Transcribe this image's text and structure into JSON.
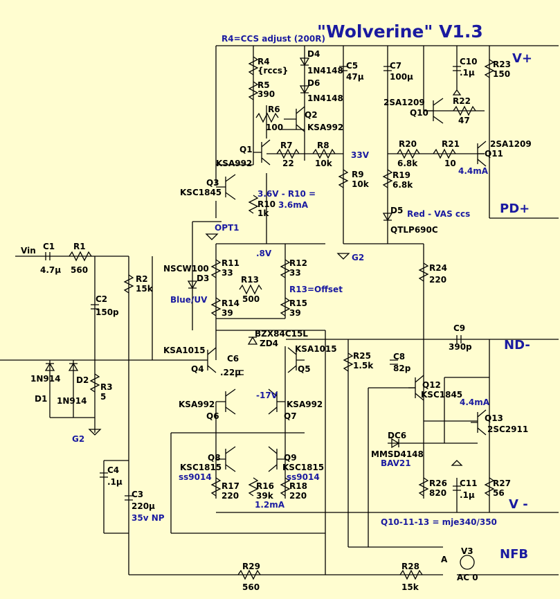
{
  "title": "\"Wolverine\" V1.3",
  "notes": {
    "ccs_adjust": "R4=CCS adjust (200R)",
    "r10_note": "3.6V - R10 =",
    "r10_current": "3.6mA",
    "v33": "33V",
    "v08": ".8V",
    "r13_offset": "R13=Offset",
    "vneg17": "-17V",
    "i_q11": "4.4mA",
    "i_q13": "4.4mA",
    "i_r16": "1.2mA",
    "vas_ccs": "Red -  VAS ccs",
    "q_note": "Q10-11-13 = mje340/350",
    "blue_uv": "Blue/UV",
    "c3_type": "35v NP",
    "q8_alt": "ss9014",
    "q9_alt": "ss9014",
    "dc6_alt": "BAV21"
  },
  "rails": {
    "vpos": "V+",
    "pdpos": "PD+",
    "ndneg": "ND-",
    "vneg": "V -",
    "nfb": "NFB"
  },
  "nets": {
    "vin": "Vin",
    "g2_left": "G2",
    "g2_mid": "G2",
    "opt1": "OPT1",
    "node_a": "A"
  },
  "parts": {
    "r1": [
      "R1",
      "560"
    ],
    "r2": [
      "R2",
      "15k"
    ],
    "r3": [
      "R3",
      "5"
    ],
    "r4": [
      "R4",
      "{rccs}"
    ],
    "r5": [
      "R5",
      "390"
    ],
    "r6": [
      "R6",
      "100"
    ],
    "r7": [
      "R7",
      "22"
    ],
    "r8": [
      "R8",
      "10k"
    ],
    "r9": [
      "R9",
      "10k"
    ],
    "r10": [
      "R10",
      "1k"
    ],
    "r11": [
      "R11",
      "33"
    ],
    "r12": [
      "R12",
      "33"
    ],
    "r13": [
      "R13",
      "500"
    ],
    "r14": [
      "R14",
      "39"
    ],
    "r15": [
      "R15",
      "39"
    ],
    "r16": [
      "R16",
      "39k"
    ],
    "r17": [
      "R17",
      "220"
    ],
    "r18": [
      "R18",
      "220"
    ],
    "r19": [
      "R19",
      "6.8k"
    ],
    "r20": [
      "R20",
      "6.8k"
    ],
    "r21": [
      "R21",
      "10"
    ],
    "r22": [
      "R22",
      "47"
    ],
    "r23": [
      "R23",
      "150"
    ],
    "r24": [
      "R24",
      "220"
    ],
    "r25": [
      "R25",
      "1.5k"
    ],
    "r26": [
      "R26",
      "820"
    ],
    "r27": [
      "R27",
      "56"
    ],
    "r28": [
      "R28",
      "15k"
    ],
    "r29": [
      "R29",
      "560"
    ],
    "c1": [
      "C1",
      "4.7µ"
    ],
    "c2": [
      "C2",
      "150p"
    ],
    "c3": [
      "C3",
      "220µ"
    ],
    "c4": [
      "C4",
      ".1µ"
    ],
    "c5": [
      "C5",
      "47µ"
    ],
    "c6": [
      "C6",
      ".22µ"
    ],
    "c7": [
      "C7",
      "100µ"
    ],
    "c8": [
      "C8",
      "82p"
    ],
    "c9": [
      "C9",
      "390p"
    ],
    "c10": [
      "C10",
      ".1µ"
    ],
    "c11": [
      "C11",
      ".1µ"
    ],
    "d1": [
      "D1",
      "1N914"
    ],
    "d2": [
      "D2",
      "1N914"
    ],
    "d3": [
      "D3",
      "NSCW100"
    ],
    "d4": [
      "D4",
      "1N4148"
    ],
    "d5": [
      "D5",
      "QTLP690C"
    ],
    "d6": [
      "D6",
      "1N4148"
    ],
    "zd4": [
      "ZD4",
      "BZX84C15L"
    ],
    "dc6": [
      "DC6",
      "MMSD4148"
    ],
    "q1": [
      "Q1",
      "KSA992"
    ],
    "q2": [
      "Q2",
      "KSA992"
    ],
    "q3": [
      "Q3",
      "KSC1845"
    ],
    "q4": [
      "Q4",
      "KSA1015"
    ],
    "q5": [
      "Q5",
      "KSA1015"
    ],
    "q6": [
      "Q6",
      "KSA992"
    ],
    "q7": [
      "Q7",
      "KSA992"
    ],
    "q8": [
      "Q8",
      "KSC1815"
    ],
    "q9": [
      "Q9",
      "KSC1815"
    ],
    "q10": [
      "Q10",
      "2SA1209"
    ],
    "q11": [
      "Q11",
      "2SA1209"
    ],
    "q12": [
      "Q12",
      "KSC1845"
    ],
    "q13": [
      "Q13",
      "2SC2911"
    ],
    "v3": [
      "V3",
      "AC 0"
    ]
  }
}
